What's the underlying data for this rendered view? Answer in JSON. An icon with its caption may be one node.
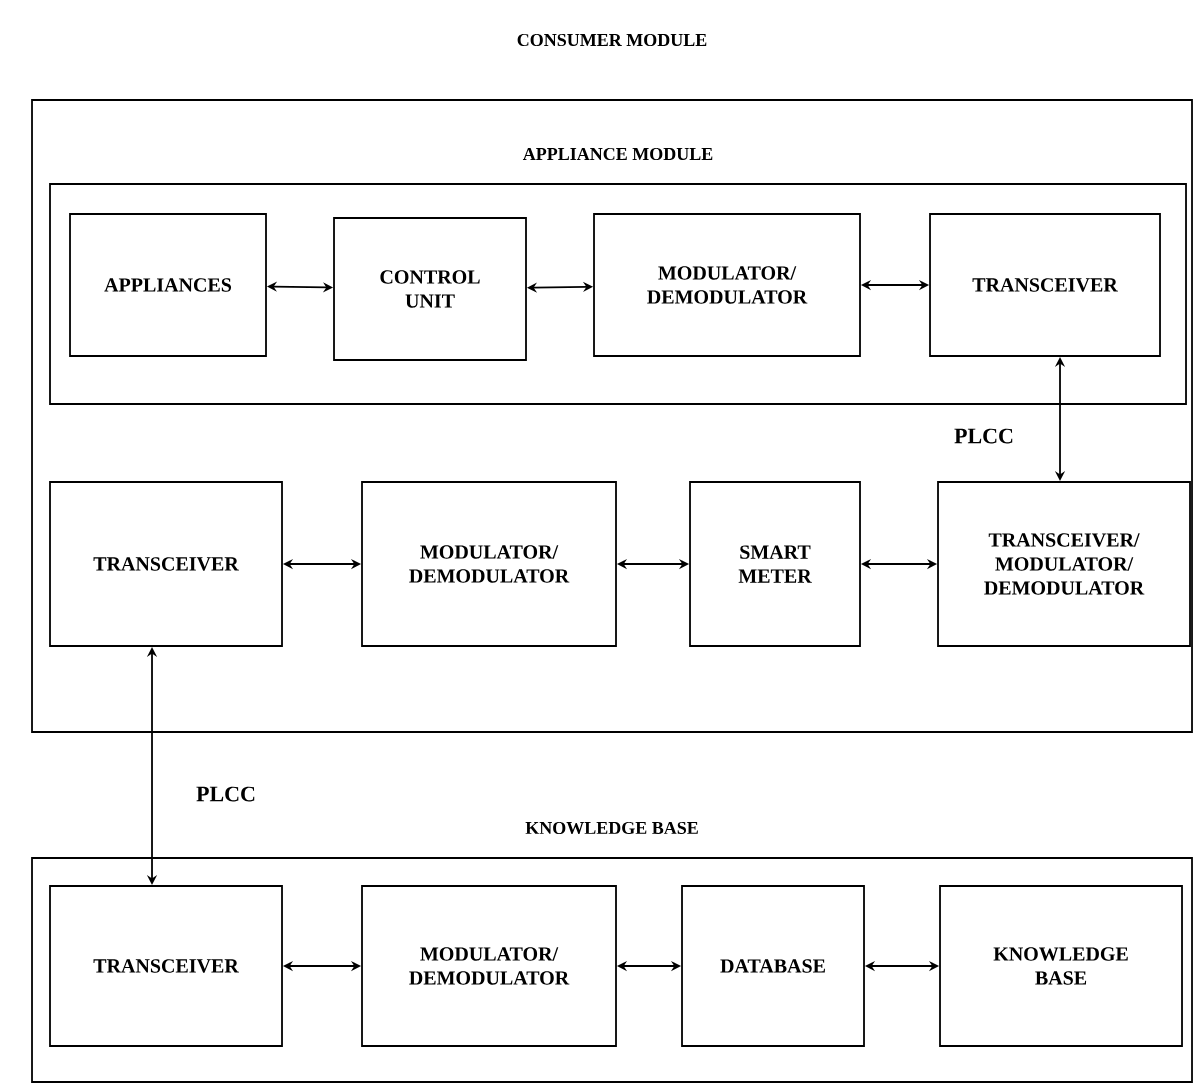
{
  "diagram": {
    "nodes": [
      {
        "text": [
          "CONSUMER MODULE"
        ]
      },
      {
        "text": [
          "APPLIANCE MODULE"
        ],
        "in": 0
      },
      {
        "text": [
          "APPLIANCES"
        ],
        "in": 1
      },
      {
        "text": [
          "CONTROL UNIT"
        ],
        "in": 1
      },
      {
        "text": [
          "MODULATOR/ DEMODULATOR"
        ],
        "in": 1
      },
      {
        "text": [
          "TRANSCEIVER"
        ],
        "in": 1
      },
      {
        "text": [
          "TRANSCEIVER"
        ],
        "in": 0
      },
      {
        "text": [
          "MODULATOR/ DEMODULATOR"
        ],
        "in": 0
      },
      {
        "text": [
          "SMART METER"
        ],
        "in": 0
      },
      {
        "text": [
          "TRANSCEIVER/ MODULATOR/ DEMODULATOR"
        ],
        "in": 0
      },
      {
        "text": [
          "KNOWLEDGE BASE"
        ]
      },
      {
        "text": [
          "TRANSCEIVER"
        ],
        "in": 10
      },
      {
        "text": [
          "MODULATOR/ DEMODULATOR"
        ],
        "in": 10
      },
      {
        "text": [
          "DATABASE"
        ],
        "in": 10
      },
      {
        "text": [
          "KNOWLEDGE BASE"
        ],
        "in": 10
      }
    ],
    "edges": [
      {
        "from": 2,
        "to": 3,
        "arrow": "both"
      },
      {
        "from": 3,
        "to": 4,
        "arrow": "both"
      },
      {
        "from": 4,
        "to": 5,
        "arrow": "both"
      },
      {
        "from": 5,
        "to": 9,
        "arrow": "both",
        "label": "PLCC"
      },
      {
        "from": 6,
        "to": 7,
        "arrow": "both"
      },
      {
        "from": 7,
        "to": 8,
        "arrow": "both"
      },
      {
        "from": 8,
        "to": 9,
        "arrow": "both"
      },
      {
        "from": 6,
        "to": 11,
        "arrow": "both",
        "label": "PLCC"
      },
      {
        "from": 11,
        "to": 12,
        "arrow": "both"
      },
      {
        "from": 12,
        "to": 13,
        "arrow": "both"
      },
      {
        "from": 13,
        "to": 14,
        "arrow": "both"
      }
    ]
  }
}
